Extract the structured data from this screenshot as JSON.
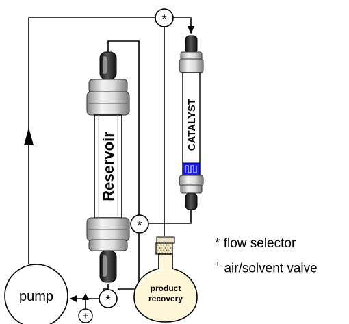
{
  "diagram": {
    "pump_label": "pump",
    "reservoir_label": "Reservoir",
    "catalyst_label": "CATALYST",
    "flask_label_line1": "product",
    "flask_label_line2": "recovery",
    "selector_symbol": "*",
    "valve_symbol": "+"
  },
  "legend": {
    "flow_selector": {
      "symbol": "*",
      "text": "flow selector"
    },
    "valve": {
      "symbol": "+",
      "text": "air/solvent valve"
    }
  },
  "colors": {
    "catalyst_band": "#1a1aff",
    "flask_fill": "#fdf6d8",
    "line": "#000000"
  }
}
